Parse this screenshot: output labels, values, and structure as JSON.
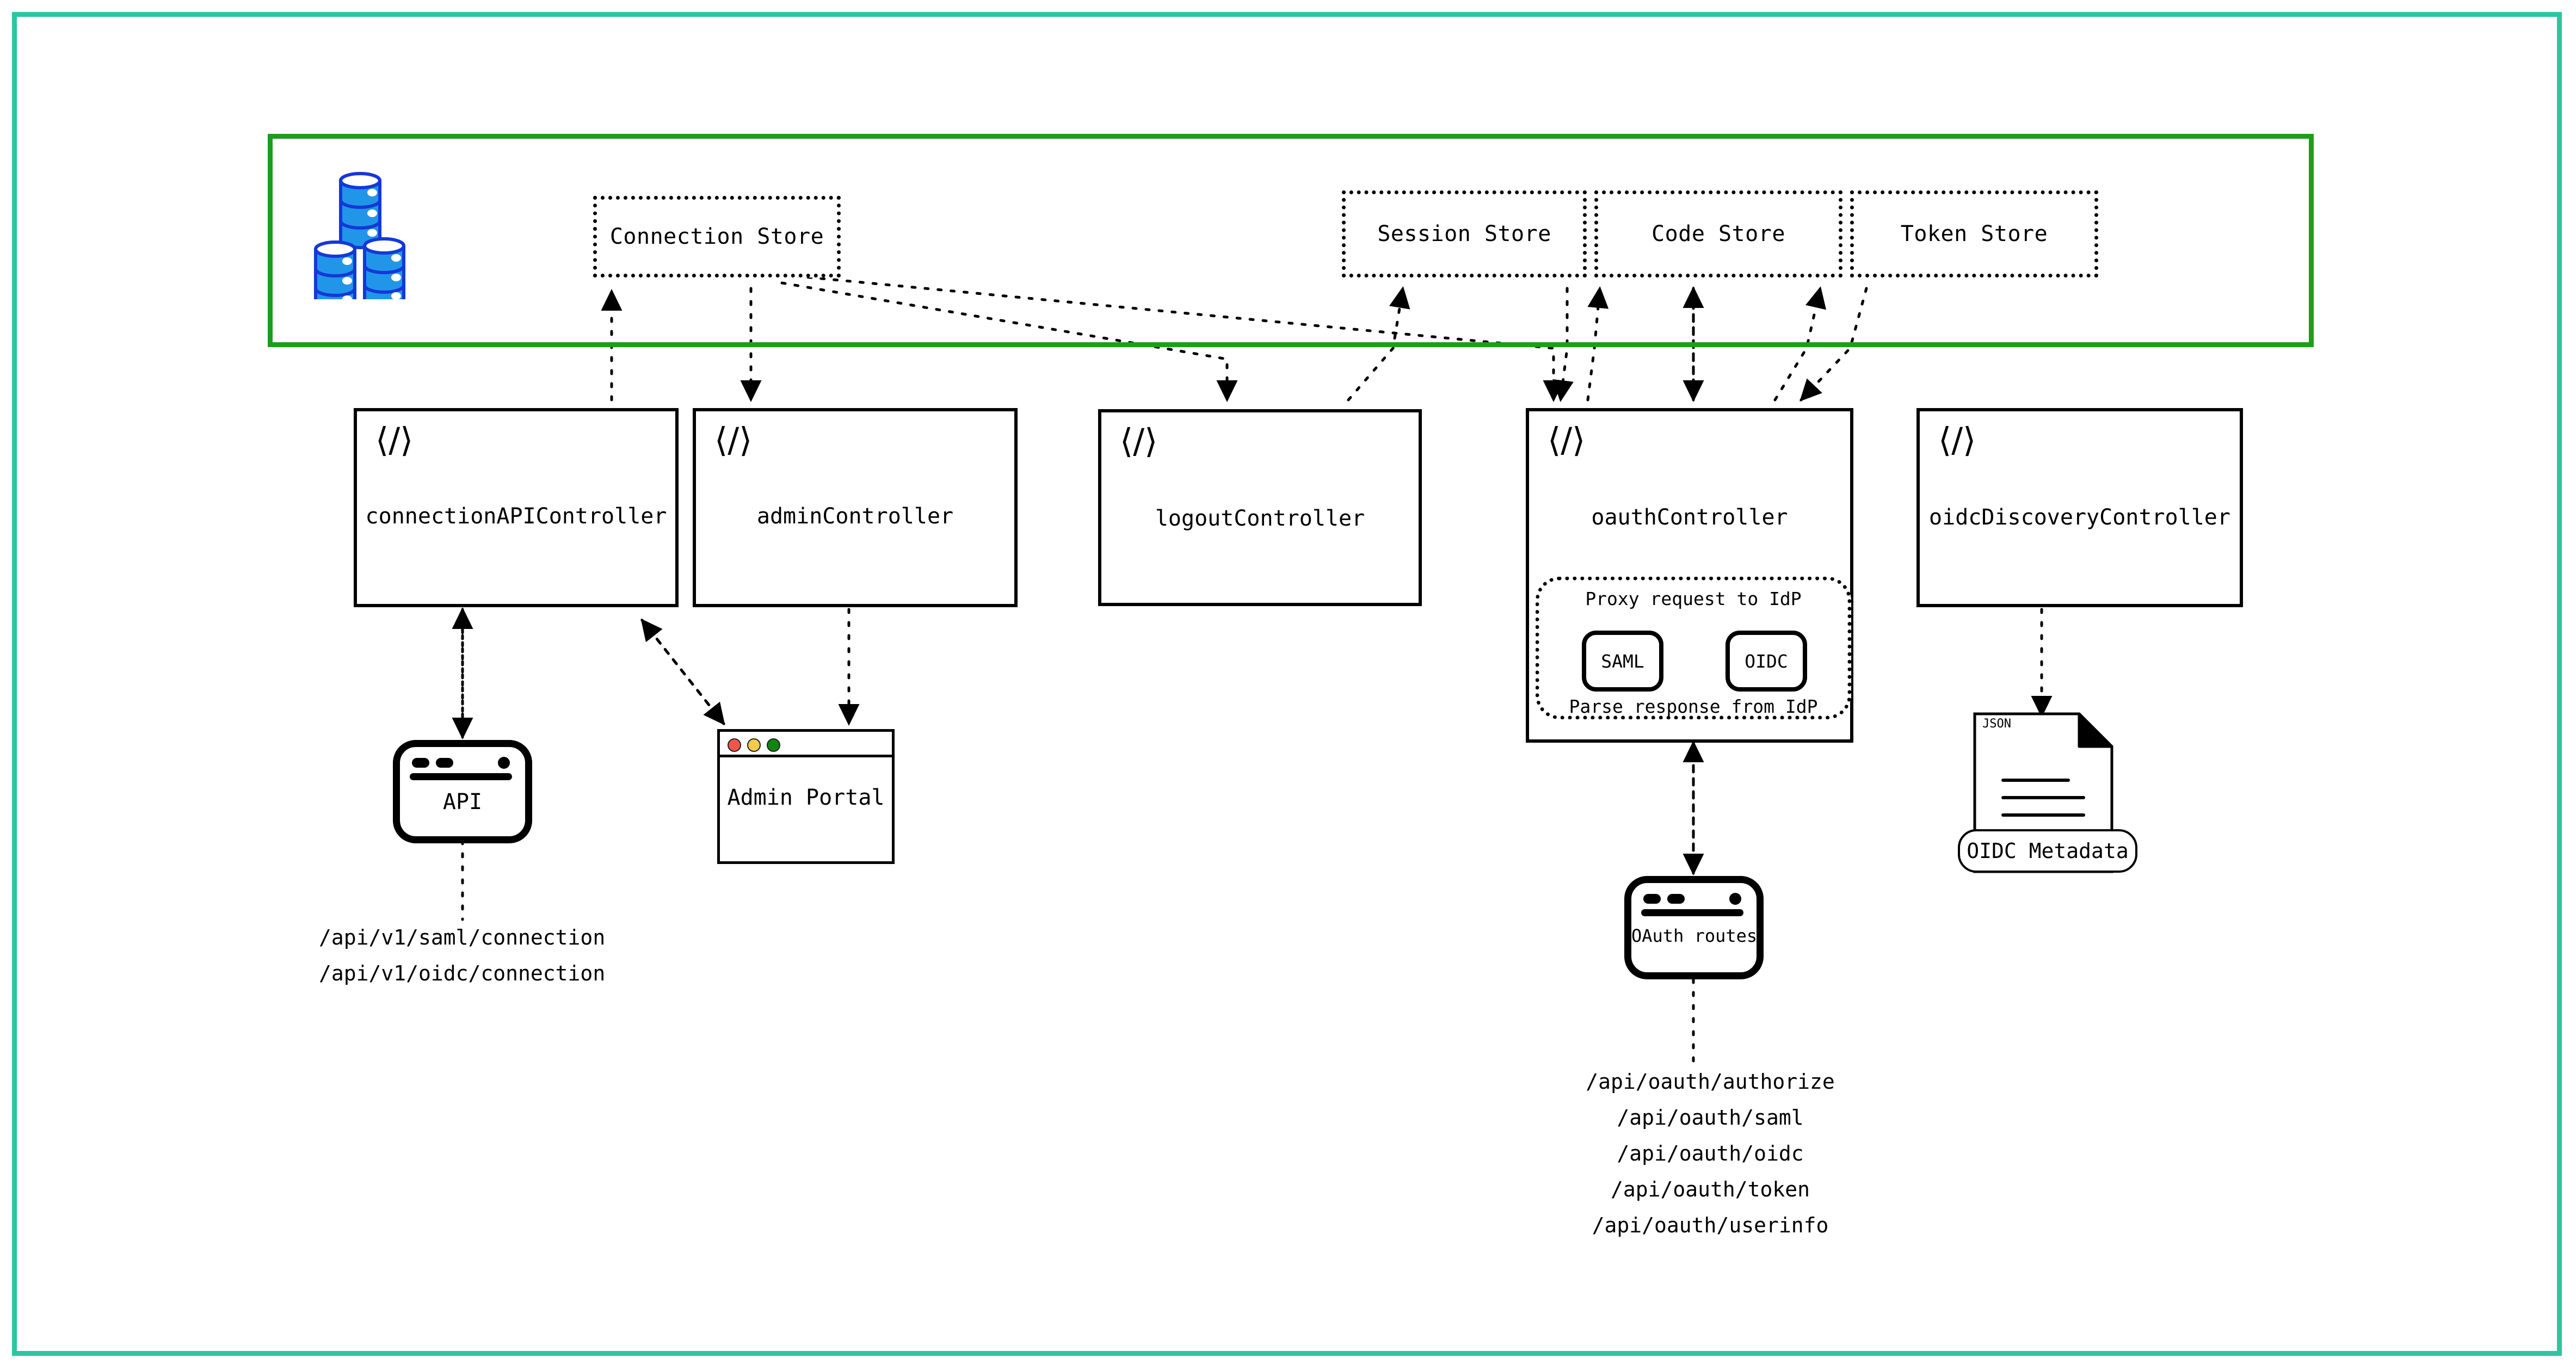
{
  "theme": {
    "outer_border_color": "#2BC6A0",
    "store_container_color": "#1C9E1C",
    "db_fill": "#2196E8",
    "db_stroke": "#1438D8",
    "traffic_red": "#F2564B",
    "traffic_yellow": "#F2CB4B",
    "traffic_green": "#118511"
  },
  "store_container": {
    "db_icon": "database-stack-icon",
    "stores": [
      {
        "name": "connection-store",
        "label": "Connection Store"
      },
      {
        "name": "session-store",
        "label": "Session Store"
      },
      {
        "name": "code-store",
        "label": "Code Store"
      },
      {
        "name": "token-store",
        "label": "Token Store"
      }
    ]
  },
  "controllers": [
    {
      "name": "connection-api-controller",
      "label": "connectionAPIController",
      "icon": "code-icon",
      "icon_glyph": "⟨/⟩"
    },
    {
      "name": "admin-controller",
      "label": "adminController",
      "icon": "code-icon",
      "icon_glyph": "⟨/⟩"
    },
    {
      "name": "logout-controller",
      "label": "logoutController",
      "icon": "code-icon",
      "icon_glyph": "⟨/⟩"
    },
    {
      "name": "oauth-controller",
      "label": "oauthController",
      "icon": "code-icon",
      "icon_glyph": "⟨/⟩"
    },
    {
      "name": "oidc-discovery-controller",
      "label": "oidcDiscoveryController",
      "icon": "code-icon",
      "icon_glyph": "⟨/⟩"
    }
  ],
  "idp_region": {
    "top_caption": "Proxy request to IdP",
    "bottom_caption": "Parse response from IdP",
    "protocols": [
      {
        "name": "saml-protocol",
        "label": "SAML"
      },
      {
        "name": "oidc-protocol",
        "label": "OIDC"
      }
    ]
  },
  "clients": {
    "api_window": {
      "label": "API"
    },
    "admin_portal": {
      "label": "Admin Portal"
    },
    "oauth_routes": {
      "label": "OAuth routes"
    }
  },
  "metadata_doc": {
    "file_type": "JSON",
    "pill_label": "OIDC Metadata"
  },
  "endpoints": {
    "connection_api": [
      "/api/v1/saml/connection",
      "/api/v1/oidc/connection"
    ],
    "oauth": [
      "/api/oauth/authorize",
      "/api/oauth/saml",
      "/api/oauth/oidc",
      "/api/oauth/token",
      "/api/oauth/userinfo"
    ]
  }
}
